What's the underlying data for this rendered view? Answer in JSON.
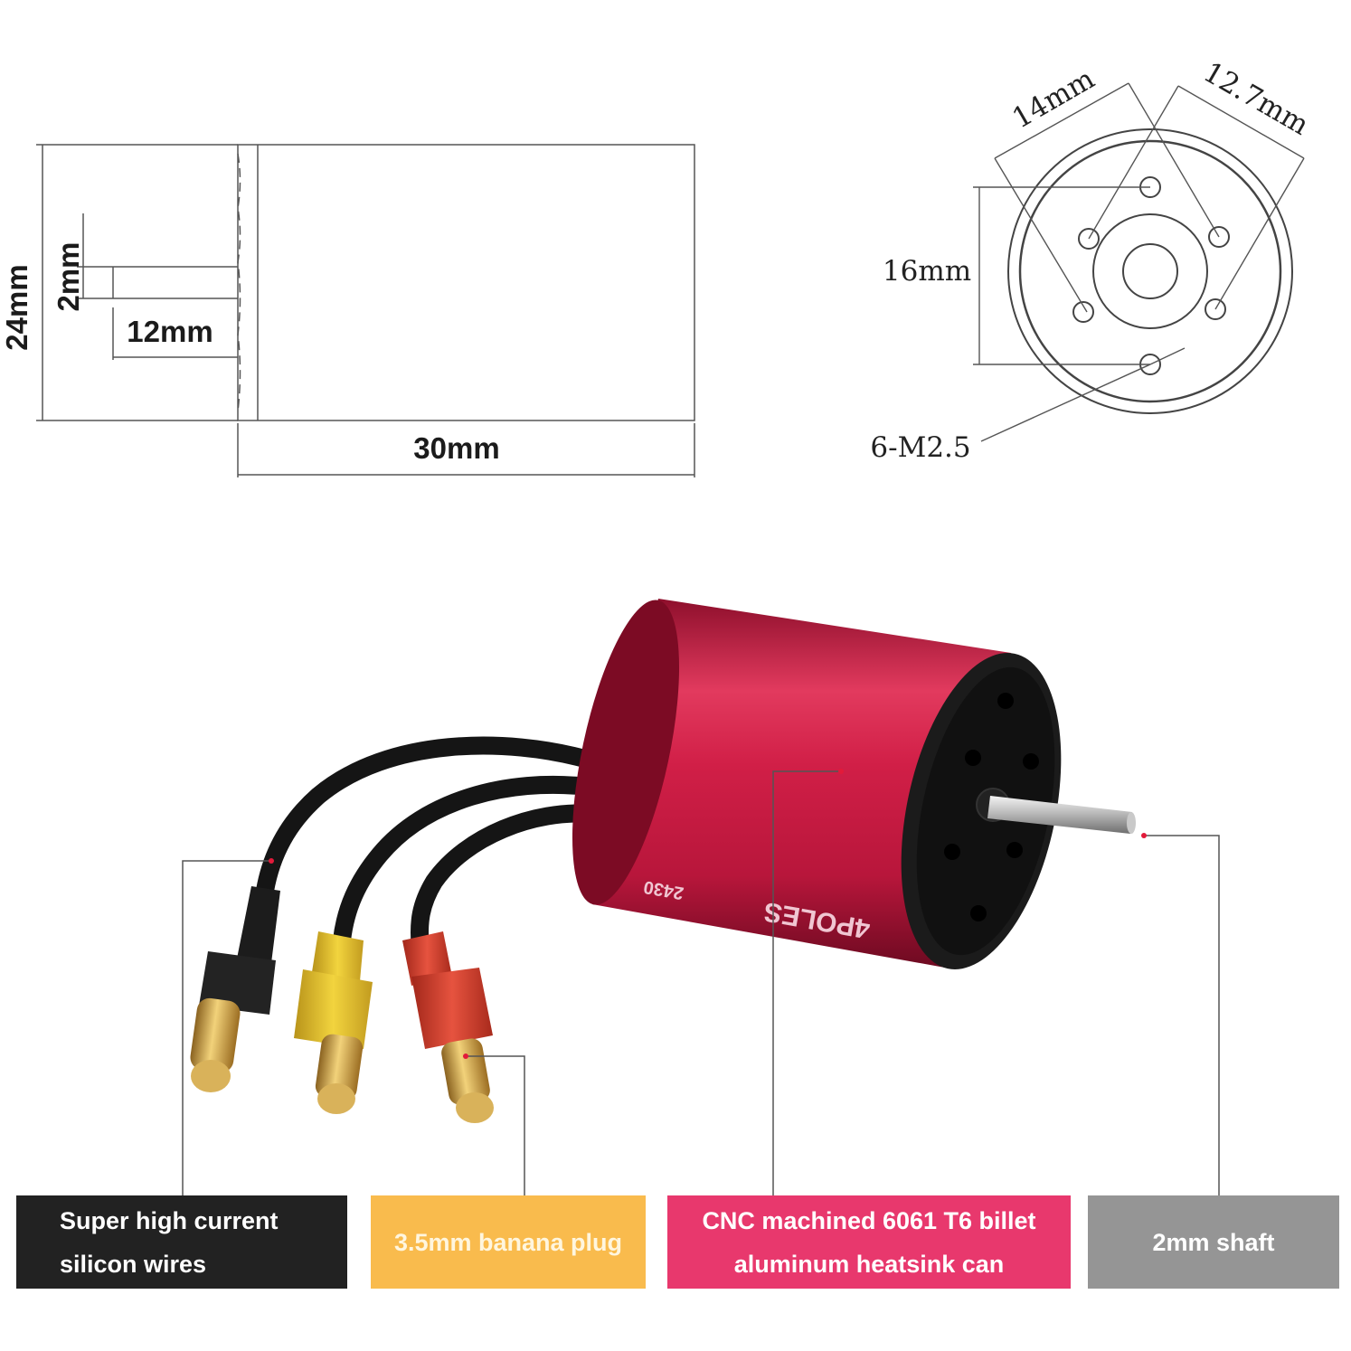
{
  "dimensions": {
    "side_view": {
      "diameter": "24mm",
      "shaft_diameter": "2mm",
      "shaft_length": "12mm",
      "body_length": "30mm"
    },
    "end_view": {
      "hole_spacing_a": "14mm",
      "hole_spacing_b": "12.7mm",
      "hole_spacing_c": "16mm",
      "screw_spec": "6-M2.5"
    }
  },
  "product": {
    "can_print_line1": "4POLES",
    "can_print_line2": "2430"
  },
  "features": {
    "wires": {
      "line1": "Super high current",
      "line2": "silicon wires",
      "color": "#222222"
    },
    "plug": {
      "line1": "3.5mm banana plug",
      "color": "#f9bb4d"
    },
    "can": {
      "line1": "CNC machined 6061 T6 billet",
      "line2": "aluminum heatsink can",
      "color": "#e8386d"
    },
    "shaft": {
      "line1": "2mm shaft",
      "color": "#959595"
    }
  },
  "colors": {
    "motor_red": "#c8163c",
    "endcap_black": "#1a1a1a",
    "plug_gold": "#c89a3a",
    "sleeve_yellow": "#e9c52b",
    "sleeve_red": "#d83a2a"
  }
}
